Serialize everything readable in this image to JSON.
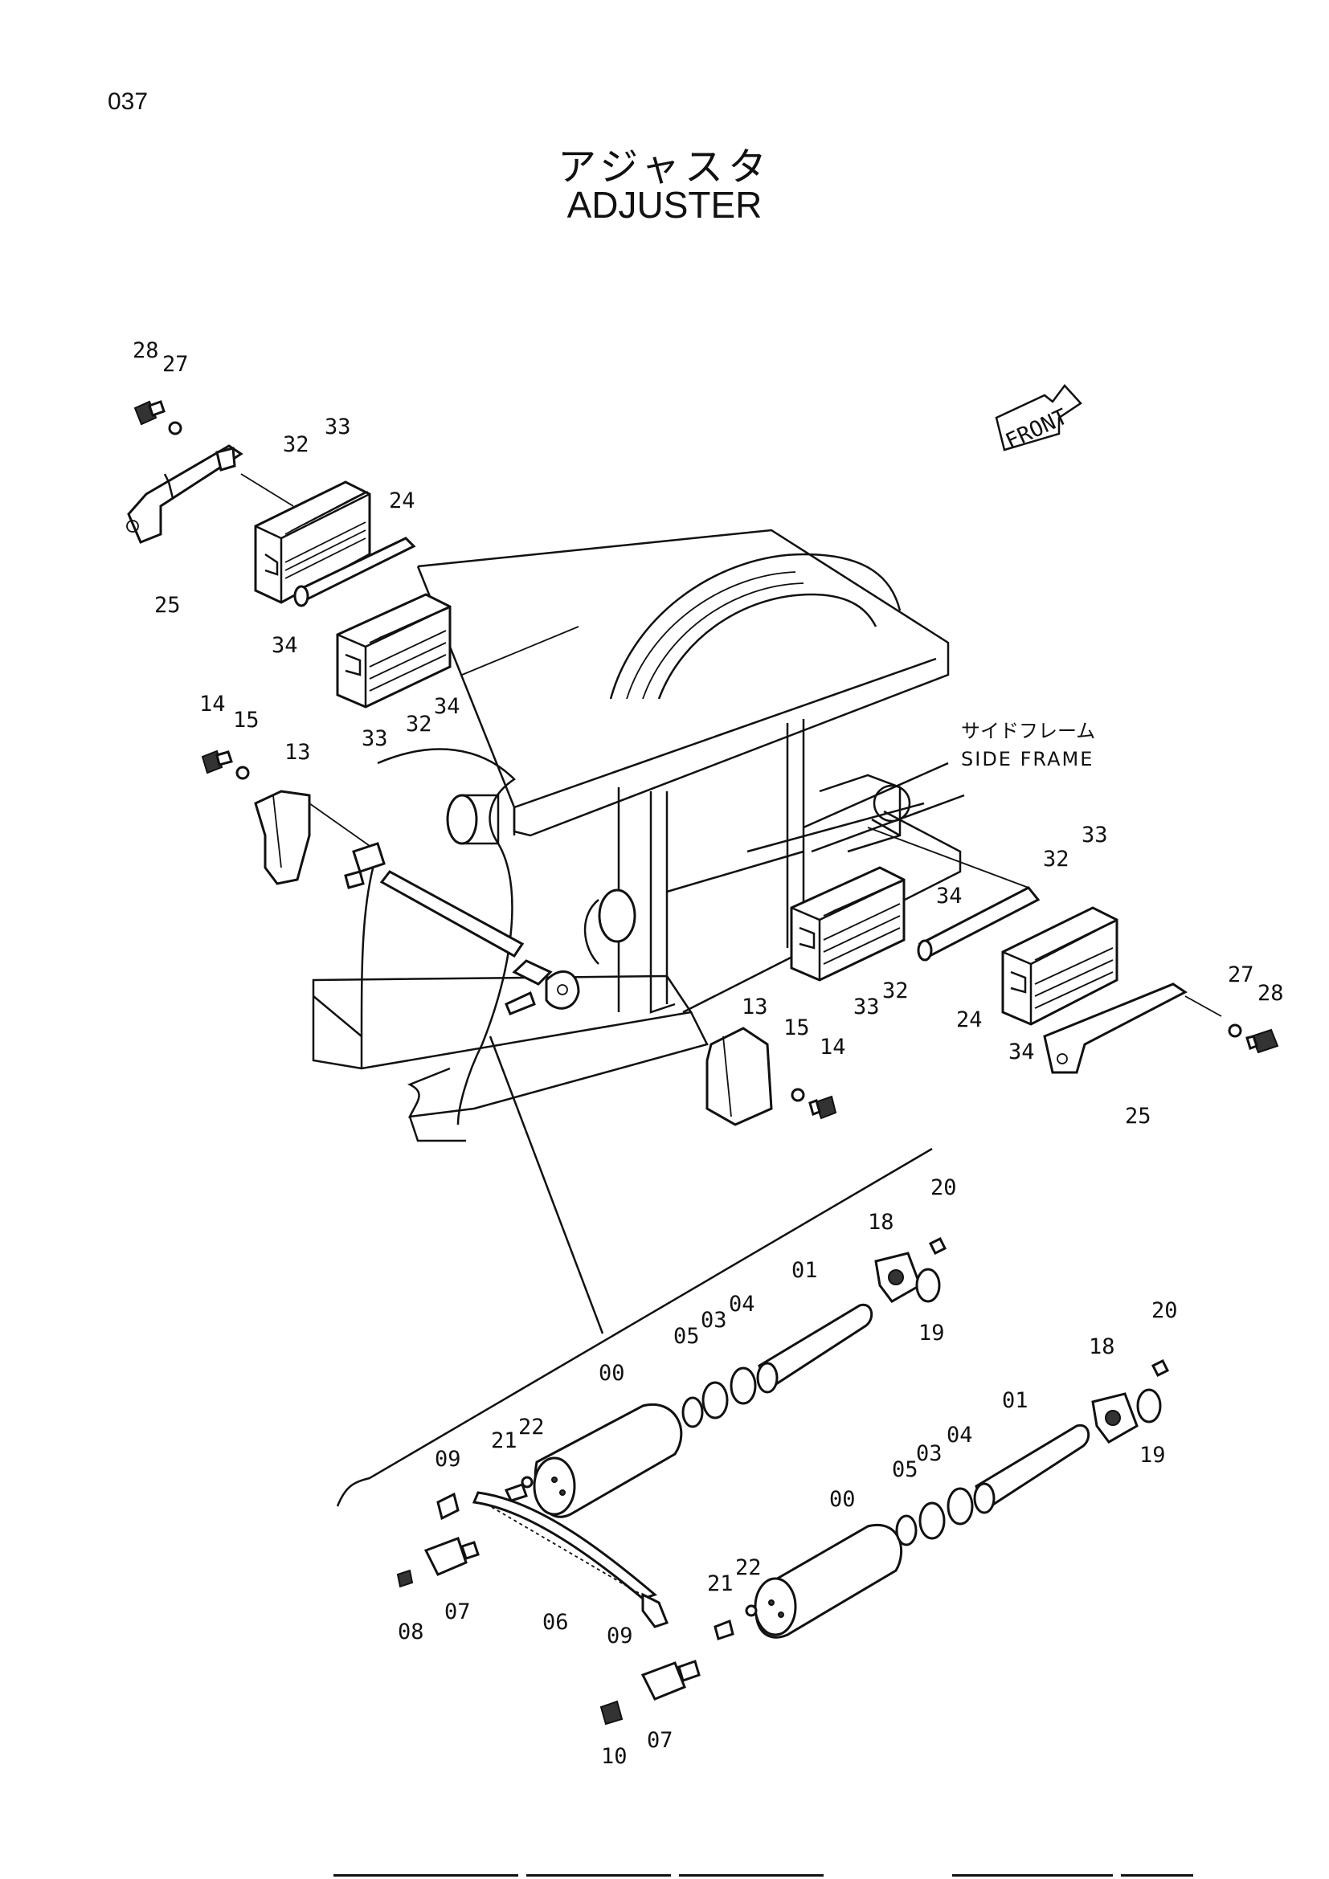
{
  "page": {
    "number": "037"
  },
  "title": {
    "japanese": "アジャスタ",
    "english": "ADJUSTER"
  },
  "annotations": {
    "front": "FRONT",
    "side_frame_jp": "サイドフレーム",
    "side_frame_en": "SIDE FRAME"
  },
  "callouts": {
    "c28a": "28",
    "c27a": "27",
    "c32a": "32",
    "c33a": "33",
    "c24a": "24",
    "c25a": "25",
    "c34a": "34",
    "c34b": "34",
    "c33b": "33",
    "c32b": "32",
    "c14a": "14",
    "c15a": "15",
    "c13a": "13",
    "c33c": "33",
    "c32c": "32",
    "c34c": "34",
    "c33d": "33",
    "c32d": "32",
    "c24b": "24",
    "c34d": "34",
    "c25b": "25",
    "c27b": "27",
    "c28b": "28",
    "c13b": "13",
    "c15b": "15",
    "c14b": "14",
    "c20a": "20",
    "c18a": "18",
    "c01a": "01",
    "c19a": "19",
    "c05a": "05",
    "c03a": "03",
    "c04a": "04",
    "c00a": "00",
    "c21a": "21",
    "c22a": "22",
    "c09a": "09",
    "c08a": "08",
    "c07a": "07",
    "c06a": "06",
    "c09b": "09",
    "c20b": "20",
    "c18b": "18",
    "c01b": "01",
    "c19b": "19",
    "c05b": "05",
    "c03b": "03",
    "c04b": "04",
    "c00b": "00",
    "c21b": "21",
    "c22b": "22",
    "c10a": "10",
    "c07b": "07"
  }
}
